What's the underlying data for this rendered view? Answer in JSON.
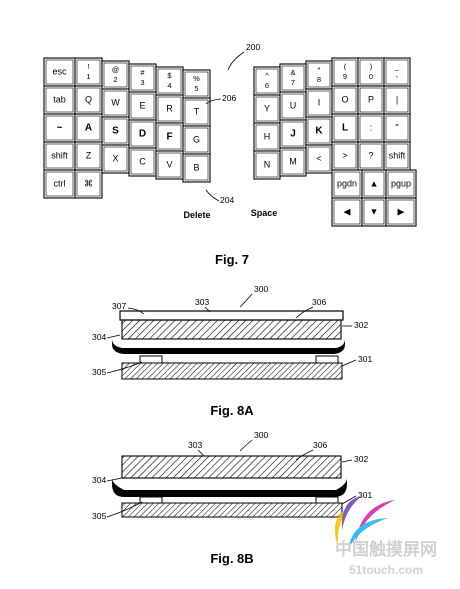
{
  "fig7": {
    "caption": "Fig. 7",
    "refs": {
      "r200": "200",
      "r206": "206",
      "r204": "204"
    },
    "delete_label": "Delete",
    "space_label": "Space",
    "left_keys": [
      [
        {
          "t": "!",
          "b": "1",
          "bold": false
        },
        {
          "t": "@",
          "b": "2"
        },
        {
          "t": "#",
          "b": "3"
        },
        {
          "t": "$",
          "b": "4"
        },
        {
          "t": "%",
          "b": "5"
        }
      ],
      [
        {
          "b": "Q"
        },
        {
          "b": "W"
        },
        {
          "b": "E"
        },
        {
          "b": "R"
        },
        {
          "b": "T"
        }
      ],
      [
        {
          "b": "A",
          "bold": true
        },
        {
          "b": "S",
          "bold": true
        },
        {
          "b": "D",
          "bold": true
        },
        {
          "b": "F",
          "bold": true
        },
        {
          "b": "G"
        }
      ],
      [
        {
          "b": "Z"
        },
        {
          "b": "X"
        },
        {
          "b": "C"
        },
        {
          "b": "V"
        },
        {
          "b": "B"
        }
      ],
      [
        {
          "b": "⌘"
        }
      ]
    ],
    "left_mods": [
      "esc",
      "tab",
      "~",
      "shift",
      "ctrl"
    ],
    "right_keys": [
      [
        {
          "t": "^",
          "b": "6"
        },
        {
          "t": "&",
          "b": "7"
        },
        {
          "t": "*",
          "b": "8"
        },
        {
          "t": "(",
          "b": "9"
        },
        {
          "t": ")",
          "b": "0"
        },
        {
          "t": "_",
          "b": "-"
        }
      ],
      [
        {
          "b": "Y"
        },
        {
          "b": "U"
        },
        {
          "b": "I"
        },
        {
          "b": "O"
        },
        {
          "b": "P"
        },
        {
          "b": "|"
        }
      ],
      [
        {
          "b": "H"
        },
        {
          "b": "J",
          "bold": true
        },
        {
          "b": "K",
          "bold": true
        },
        {
          "b": "L",
          "bold": true
        },
        {
          "b": ":"
        },
        {
          "b": "\""
        }
      ],
      [
        {
          "b": "N"
        },
        {
          "b": "M"
        },
        {
          "b": "<"
        },
        {
          "b": ">"
        },
        {
          "b": "?"
        },
        {
          "b": "shift"
        }
      ],
      [
        {
          "b": "pgdn"
        },
        {
          "b": "▲"
        },
        {
          "b": "pgup"
        }
      ],
      [
        {
          "b": "◀"
        },
        {
          "b": "▼"
        },
        {
          "b": "▶"
        }
      ]
    ]
  },
  "fig8a": {
    "caption": "Fig. 8A",
    "refs": {
      "r300": "300",
      "r303": "303",
      "r306": "306",
      "r307": "307",
      "r302": "302",
      "r304": "304",
      "r305": "305",
      "r301": "301"
    }
  },
  "fig8b": {
    "caption": "Fig. 8B",
    "refs": {
      "r300": "300",
      "r303": "303",
      "r306": "306",
      "r302": "302",
      "r304": "304",
      "r305": "305",
      "r301": "301"
    }
  },
  "watermark": {
    "cn": "中国触摸屏网",
    "url": "51touch.com",
    "colors": {
      "magenta": "#d11fa0",
      "cyan": "#1ab0e8",
      "yellow": "#f4c000",
      "purple": "#6a3db8"
    }
  }
}
